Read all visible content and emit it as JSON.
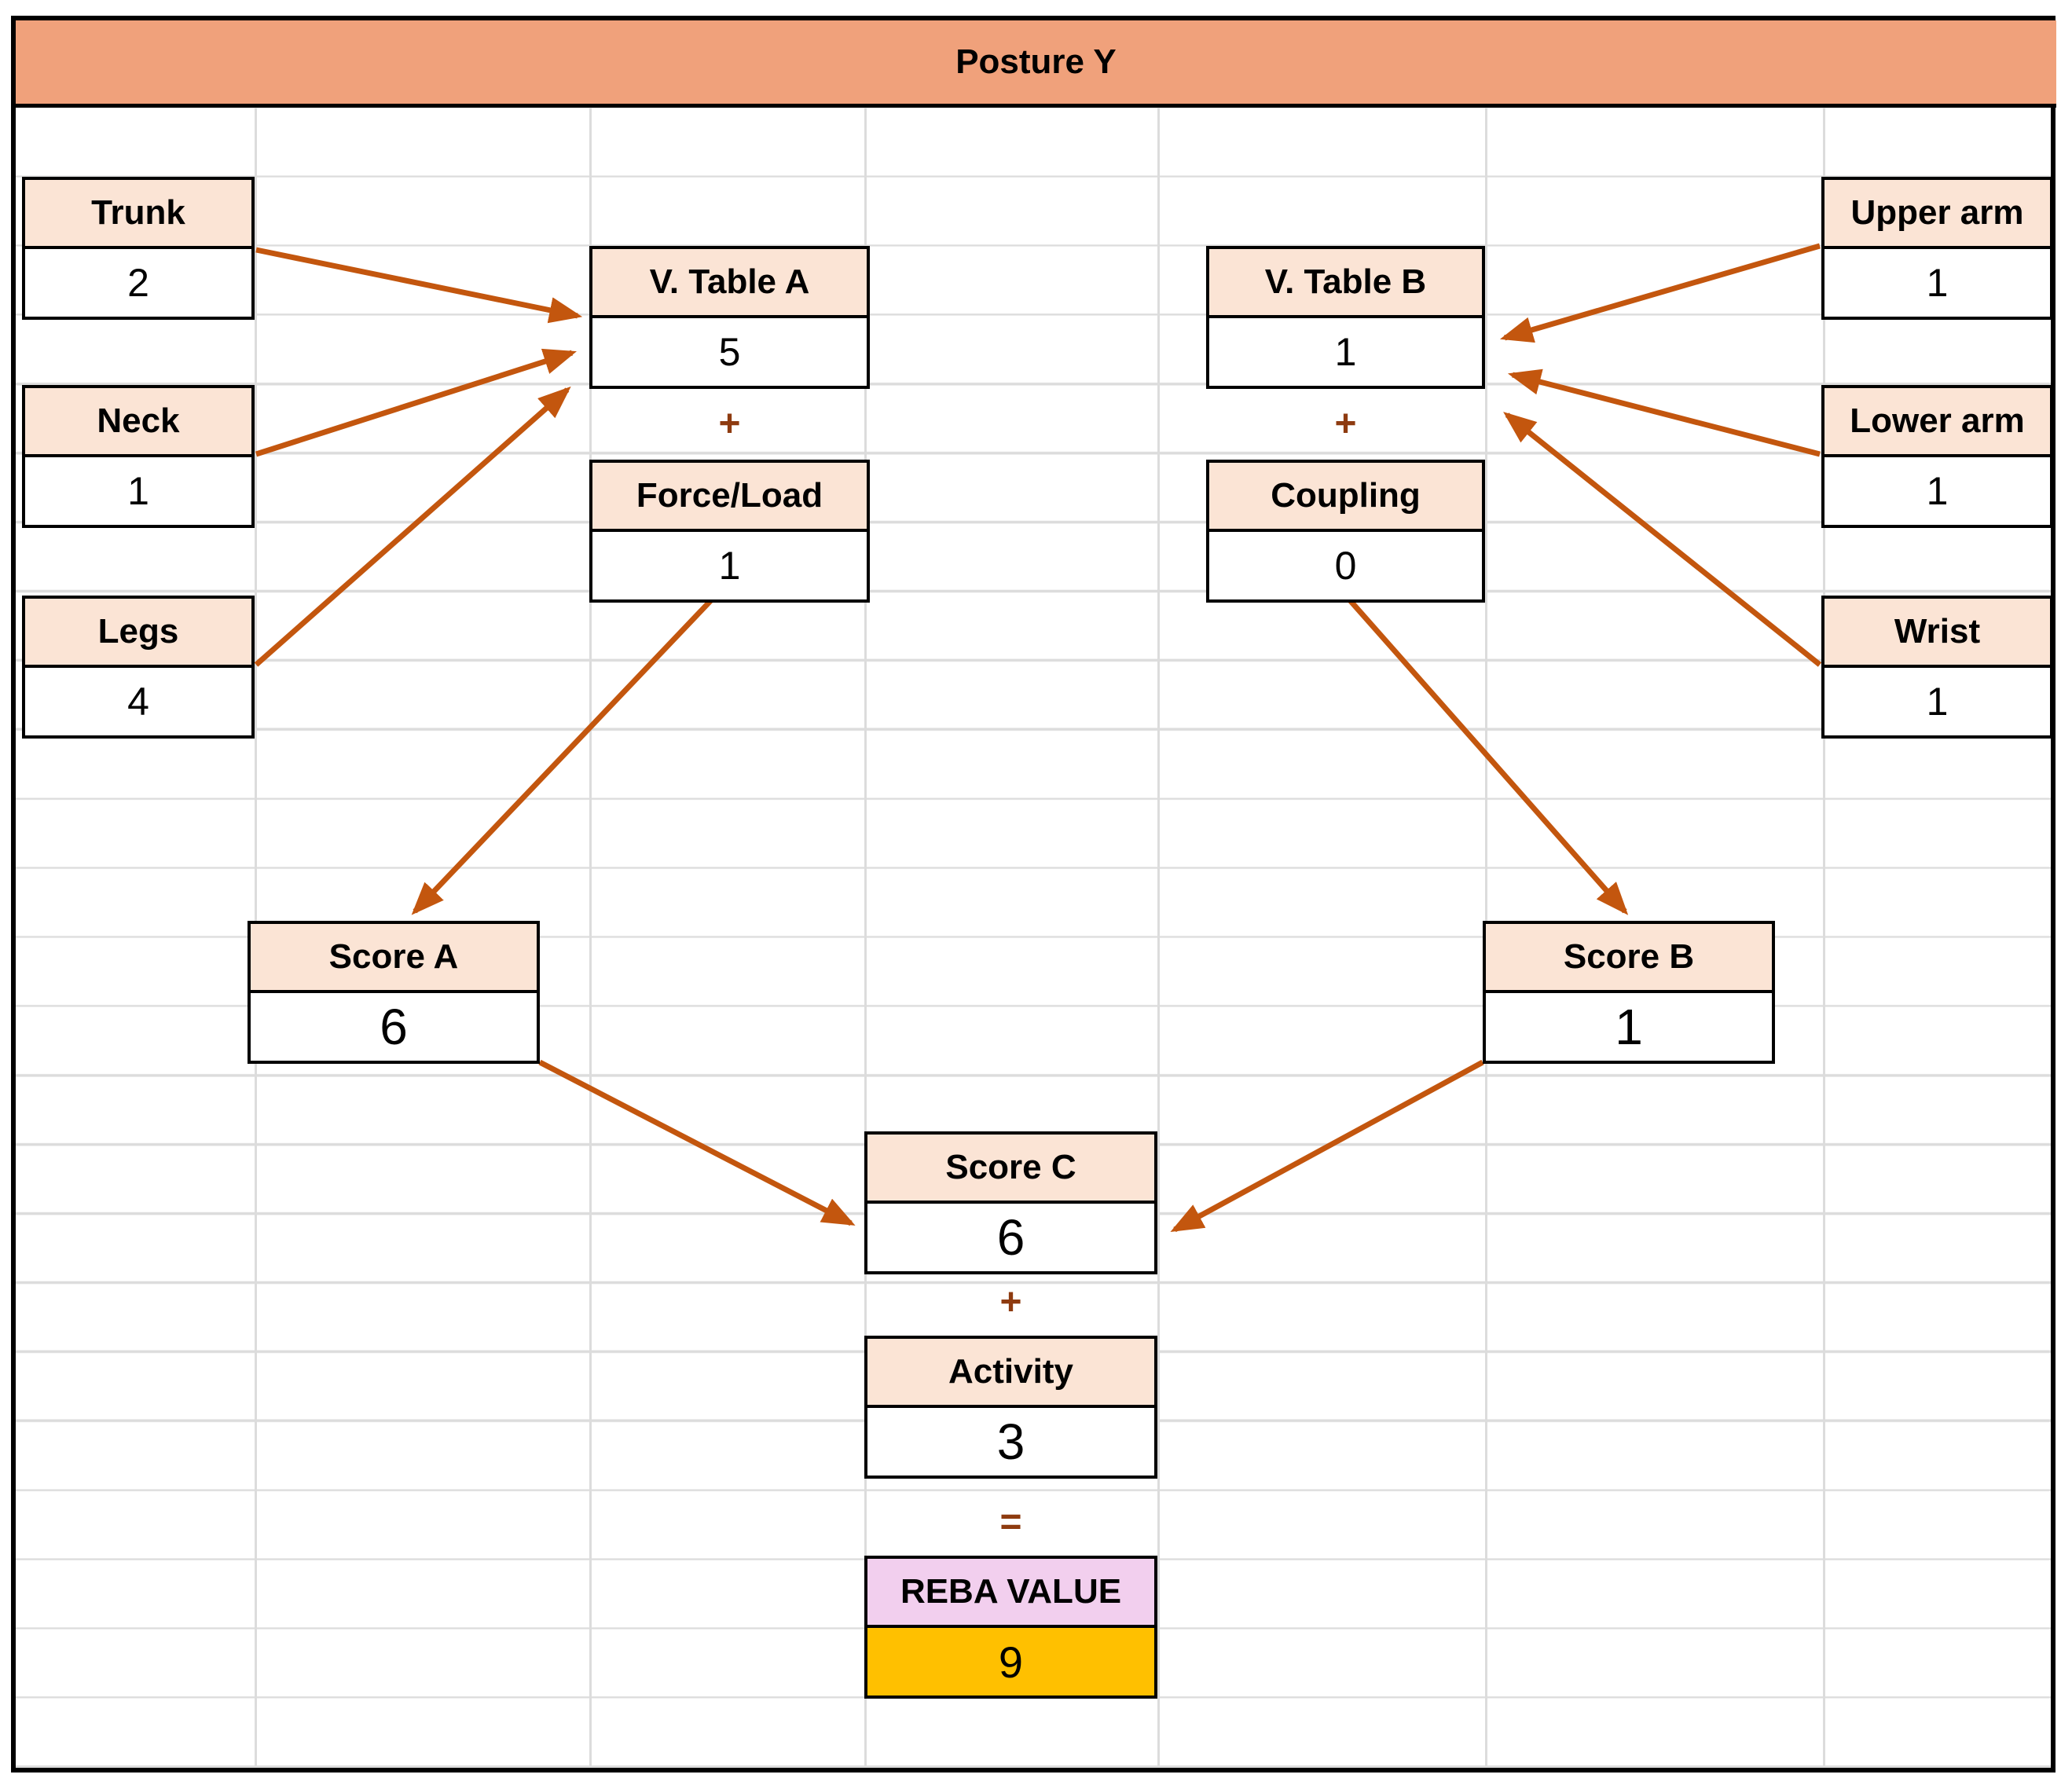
{
  "title": "Posture Y",
  "nodes": {
    "trunk": {
      "label": "Trunk",
      "value": "2"
    },
    "neck": {
      "label": "Neck",
      "value": "1"
    },
    "legs": {
      "label": "Legs",
      "value": "4"
    },
    "upper_arm": {
      "label": "Upper arm",
      "value": "1"
    },
    "lower_arm": {
      "label": "Lower arm",
      "value": "1"
    },
    "wrist": {
      "label": "Wrist",
      "value": "1"
    },
    "table_a": {
      "label": "V. Table A",
      "value": "5"
    },
    "force_load": {
      "label": "Force/Load",
      "value": "1"
    },
    "table_b": {
      "label": "V. Table B",
      "value": "1"
    },
    "coupling": {
      "label": "Coupling",
      "value": "0"
    },
    "score_a": {
      "label": "Score A",
      "value": "6"
    },
    "score_b": {
      "label": "Score B",
      "value": "1"
    },
    "score_c": {
      "label": "Score C",
      "value": "6"
    },
    "activity": {
      "label": "Activity",
      "value": "3"
    },
    "reba": {
      "label": "REBA VALUE",
      "value": "9"
    }
  },
  "operators": {
    "plus_a": "+",
    "plus_b": "+",
    "plus_c": "+",
    "equals": "="
  },
  "edges": [
    {
      "from": "trunk",
      "to": "table_a"
    },
    {
      "from": "neck",
      "to": "table_a"
    },
    {
      "from": "legs",
      "to": "table_a"
    },
    {
      "from": "upper_arm",
      "to": "table_b"
    },
    {
      "from": "lower_arm",
      "to": "table_b"
    },
    {
      "from": "wrist",
      "to": "table_b"
    },
    {
      "from": "force_load",
      "to": "score_a"
    },
    {
      "from": "coupling",
      "to": "score_b"
    },
    {
      "from": "score_a",
      "to": "score_c"
    },
    {
      "from": "score_b",
      "to": "score_c"
    }
  ],
  "colors": {
    "title_bg": "#F0A17B",
    "header_bg": "#FBE4D5",
    "reba_header_bg": "#F2CFEE",
    "reba_value_bg": "#FFC000",
    "arrow": "#C3560E",
    "operator": "#8E3B10",
    "gridline": "#DCDCDC"
  }
}
